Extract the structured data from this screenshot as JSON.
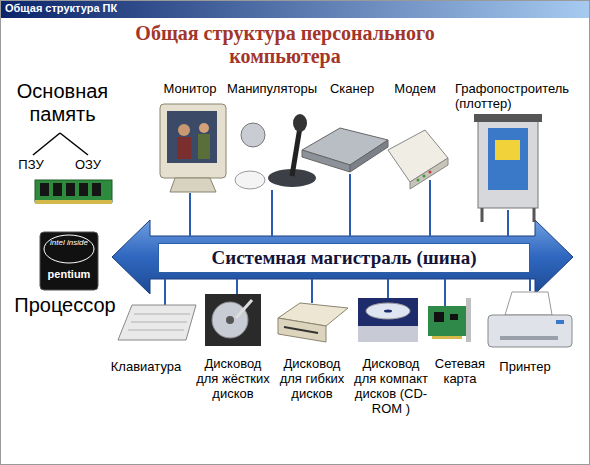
{
  "diagram": {
    "title": "Общая структура персонального компьютера",
    "nodes": [
      {
        "text": [
          "Системная магистраль (шина)"
        ]
      }
    ],
    "labels": [
      "Общая структура ПК",
      "Основная память",
      "ПЗУ",
      "ОЗУ",
      "intel inside",
      "pentium",
      "Процессор",
      "Монитор",
      "Манипуляторы",
      "Сканер",
      "Модем",
      "Графопостроитель (плоттер)",
      "Клавиатура",
      "Дисковод для жёстких дисков",
      "Дисковод для гибких дисков",
      "Дисковод для компакт дисков (CD-ROM )",
      "Сетевая карта",
      "Принтер"
    ]
  }
}
